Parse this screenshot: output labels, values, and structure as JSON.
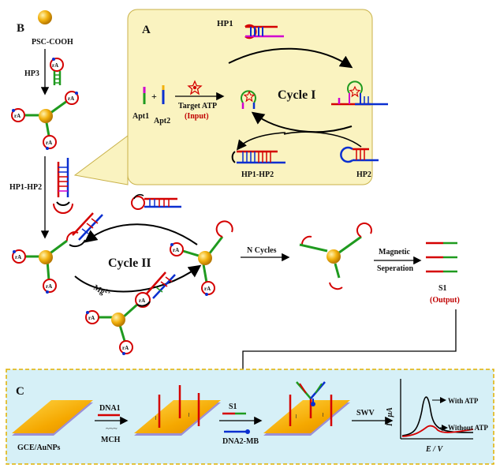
{
  "panels": {
    "a_label": "A",
    "b_label": "B",
    "c_label": "C"
  },
  "labels": {
    "psc_cooh": "PSC-COOH",
    "hp3": "HP3",
    "hp1": "HP1",
    "hp2": "HP2",
    "hp1_hp2_a": "HP1-HP2",
    "hp1_hp2_b": "HP1-HP2",
    "apt1": "Apt1",
    "apt2": "Apt2",
    "plus": "+",
    "target_atp": "Target ATP",
    "input": "(Input)",
    "cycle1": "Cycle I",
    "cycle2": "Cycle II",
    "mg": "Mg",
    "mg_sup": "2+",
    "n_cycles": "N Cycles",
    "magnetic": "Magnetic",
    "seperation": "Seperation",
    "s1_out": "S1",
    "output": "(Output)",
    "ra": "rA",
    "gce": "GCE/AuNPs",
    "dna1": "DNA1",
    "mch": "MCH",
    "s1_c": "S1",
    "dna2mb": "DNA2-MB",
    "swv": "SWV",
    "with_atp": "With ATP",
    "without_atp": "Without ATP",
    "y_axis": "I / μA",
    "x_axis": "E / V"
  },
  "colors": {
    "panel_a_bg": "#faf3c0",
    "panel_c_bg": "#d6f0f7",
    "strand_red": "#d40000",
    "strand_blue": "#0a2fd0",
    "strand_green": "#1f9a1f",
    "strand_magenta": "#d000d0",
    "strand_purple": "#8a2be2",
    "bead": "#f2b10e",
    "electrode_gold": "#f5b800",
    "electrode_base": "#9b8fd6"
  }
}
